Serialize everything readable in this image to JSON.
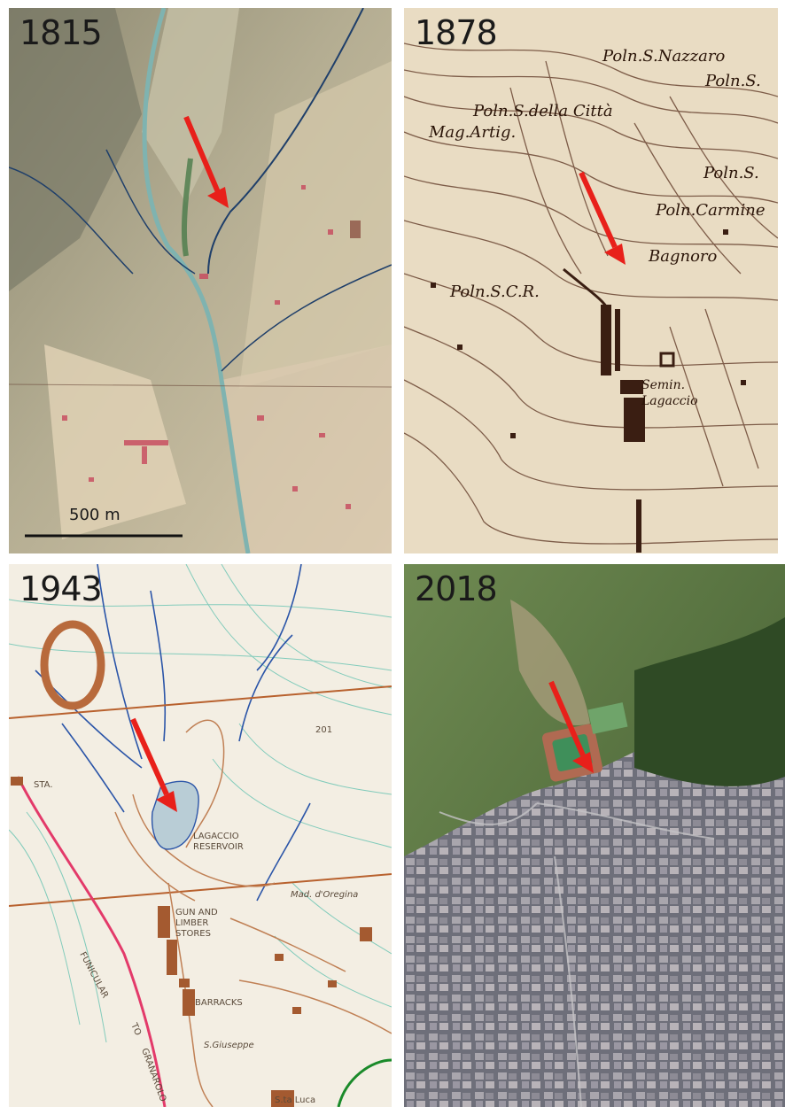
{
  "panels": [
    {
      "year": "1815",
      "style": "hand-drawn watercolor map",
      "bg": "#c9bfa6"
    },
    {
      "year": "1878",
      "style": "engraved topographic map",
      "bg": "#e8dcc4"
    },
    {
      "year": "1943",
      "style": "printed topographic map",
      "bg": "#f2ede2"
    },
    {
      "year": "2018",
      "style": "aerial photograph",
      "bg": "#7a8a6a"
    }
  ],
  "scale_bar": {
    "label": "500 m"
  },
  "labels_1878": [
    "Poln.S.Nazzaro",
    "Poln.S.",
    "Poln.S.della Città",
    "Mag.Artig.",
    "Poln.S.",
    "Poln.Carmine",
    "Bagnoro",
    "Poln.S.C.R.",
    "Semin.",
    "Lagaccio"
  ],
  "labels_1943": [
    "LAGACCIO",
    "RESERVOIR",
    "GUN AND",
    "LIMBER",
    "STORES",
    "BARRACKS",
    "FUNICULAR",
    "TO",
    "GRANAROLO",
    "STA.",
    "Mad. d'Oregina",
    "S.Giuseppe",
    "S.ta Luca",
    "201"
  ],
  "arrow_color": "#e8201a",
  "icons": {
    "arrow": "red-arrow-icon"
  }
}
